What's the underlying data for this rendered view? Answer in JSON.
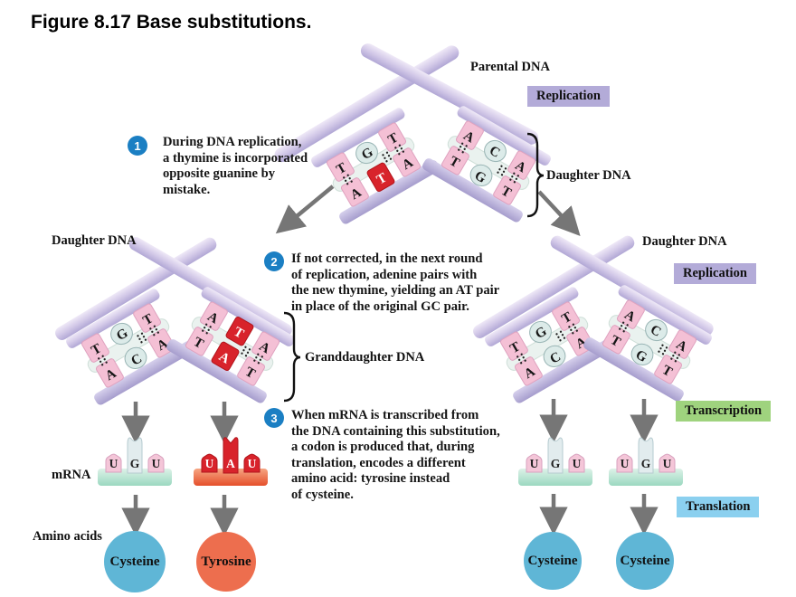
{
  "title": "Figure 8.17  Base substitutions.",
  "labels": {
    "parental_dna": "Parental DNA",
    "daughter_dna_top": "Daughter DNA",
    "daughter_dna_left": "Daughter DNA",
    "daughter_dna_right": "Daughter DNA",
    "granddaughter_dna": "Granddaughter DNA",
    "mrna": "mRNA",
    "amino_acids": "Amino acids"
  },
  "badges": {
    "replication_top": "Replication",
    "replication_right": "Replication",
    "transcription": "Transcription",
    "translation": "Translation"
  },
  "steps": [
    {
      "num": "1",
      "lines": [
        "During DNA replication,",
        "a thymine is incorporated",
        "opposite guanine by",
        "mistake."
      ]
    },
    {
      "num": "2",
      "lines": [
        "If not corrected, in the next round",
        "of replication, adenine pairs with",
        "the new thymine, yielding an AT pair",
        "in place of the original GC pair."
      ]
    },
    {
      "num": "3",
      "lines": [
        "When mRNA is transcribed from",
        "the DNA containing this substitution,",
        "a codon is produced that, during",
        "translation, encodes a different",
        "amino acid: tyrosine instead",
        "of cysteine."
      ]
    }
  ],
  "helices": {
    "top_left": {
      "top": [
        "T",
        "G",
        "T"
      ],
      "bottom": [
        "A",
        "T",
        "A"
      ],
      "note": "thymine misincorporated opposite guanine (red T)"
    },
    "top_right": {
      "top": [
        "A",
        "C",
        "A"
      ],
      "bottom": [
        "T",
        "G",
        "T"
      ]
    },
    "mid_left_a": {
      "top": [
        "T",
        "G",
        "T"
      ],
      "bottom": [
        "A",
        "C",
        "A"
      ]
    },
    "mid_left_b": {
      "top": [
        "A",
        "T",
        "A"
      ],
      "bottom": [
        "T",
        "A",
        "T"
      ],
      "note": "AT pair in place of original GC pair (red)"
    },
    "mid_right_a": {
      "top": [
        "T",
        "G",
        "T"
      ],
      "bottom": [
        "A",
        "C",
        "A"
      ]
    },
    "mid_right_b": {
      "top": [
        "A",
        "C",
        "A"
      ],
      "bottom": [
        "T",
        "G",
        "T"
      ]
    }
  },
  "mrna": {
    "left_normal": [
      "U",
      "G",
      "U"
    ],
    "left_mutant": [
      "U",
      "A",
      "U"
    ],
    "right_a": [
      "U",
      "G",
      "U"
    ],
    "right_b": [
      "U",
      "G",
      "U"
    ]
  },
  "amino_acids": {
    "left_normal": "Cysteine",
    "left_mutant": "Tyrosine",
    "right_a": "Cysteine",
    "right_b": "Cysteine"
  },
  "colors": {
    "step_circle_blue": "#1b7fc3",
    "badge_purple": "#b3abd8",
    "badge_green": "#9fd37e",
    "badge_blue": "#8bd0ef",
    "mutation_red": "#d8232b",
    "cysteine_circle_blue": "#5fb6d6",
    "tyrosine_circle_orange": "#ed6e4e",
    "arrow_gray": "#767676",
    "dna_ribbon_lavender": "#c5bade",
    "base_tab_pink": "#f4c0d5",
    "mrna_strip_teal": "#aedfc9",
    "mrna_strip_orange": "#e85b3a"
  }
}
